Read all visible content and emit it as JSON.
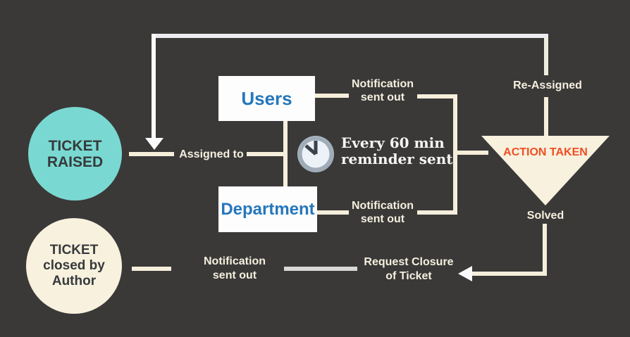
{
  "colors": {
    "background": "#3a3938",
    "cream_line": "#f5eedb",
    "white_line": "#ececee",
    "gray_line": "#d8d8d8",
    "teal_node": "#79d9d2",
    "cream_node": "#f8f1de",
    "box_background": "#fdfdfd",
    "box_text_blue": "#2577bb",
    "action_orange": "#f04e23",
    "dark_text": "#363a3c",
    "label_cream": "#f5efdf",
    "clock_ring": "#a9b5c1",
    "clock_face": "#edf2f8",
    "clock_hands": "#3a424d"
  },
  "nodes": {
    "ticket_raised": {
      "lines": [
        "TICKET",
        "RAISED"
      ]
    },
    "ticket_closed": {
      "lines": [
        "TICKET",
        "closed by",
        "Author"
      ]
    },
    "users": {
      "label": "Users"
    },
    "department": {
      "label": "Department"
    },
    "action_taken": {
      "label": "ACTION TAKEN"
    }
  },
  "labels": {
    "assigned_to": "Assigned to",
    "re_assigned": "Re-Assigned",
    "solved": "Solved",
    "notification_users": {
      "lines": [
        "Notification",
        "sent out"
      ]
    },
    "notification_department": {
      "lines": [
        "Notification",
        "sent out"
      ]
    },
    "notification_closure": {
      "lines": [
        "Notification",
        "sent out"
      ]
    },
    "request_closure": {
      "lines": [
        "Request Closure",
        "of Ticket"
      ]
    },
    "reminder": {
      "lines": [
        "Every 60 min",
        "reminder sent"
      ]
    }
  },
  "icons": {
    "clock": "clock-icon"
  }
}
